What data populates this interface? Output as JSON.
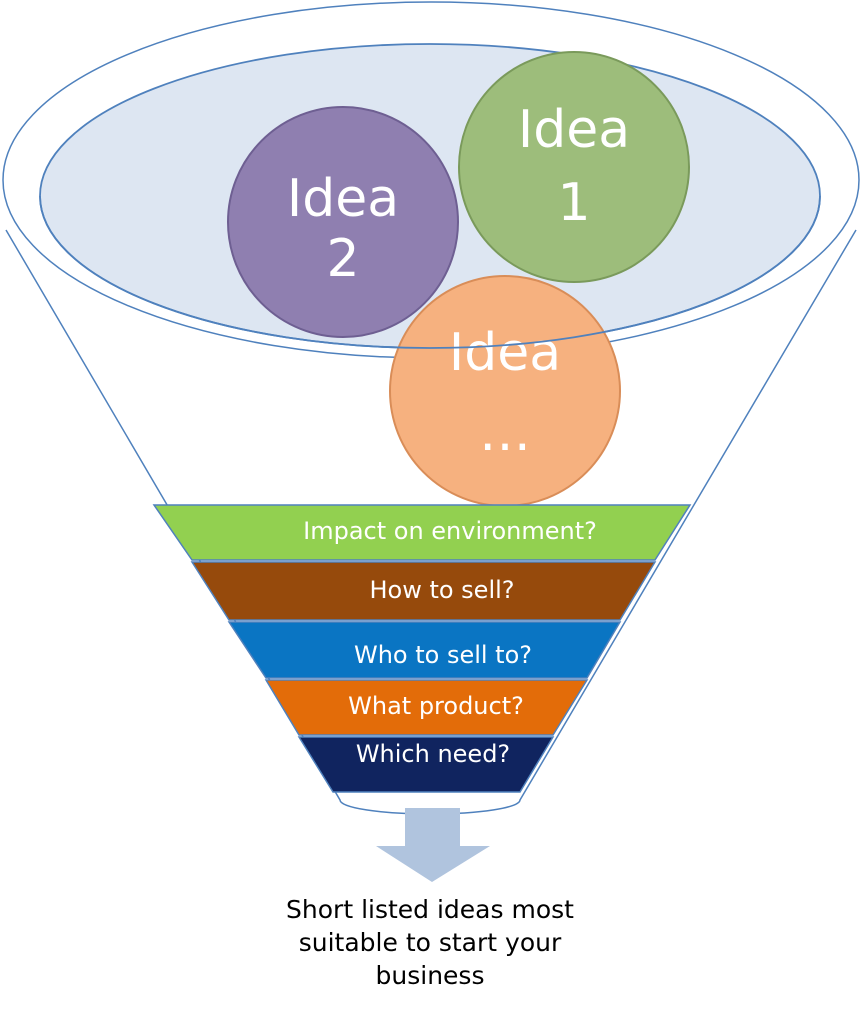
{
  "ideas": [
    {
      "line1": "Idea",
      "line2": "2",
      "color": "#8f7fb0"
    },
    {
      "line1": "Idea",
      "line2": "1",
      "color": "#9dbd7b"
    },
    {
      "line1": "Idea",
      "line2": "…",
      "color": "#f6b17f"
    }
  ],
  "filters": [
    {
      "label": "Impact on environment?",
      "color": "#92d050"
    },
    {
      "label": "How to sell?",
      "color": "#964a0c"
    },
    {
      "label": "Who to sell to?",
      "color": "#0a75c3"
    },
    {
      "label": "What product?",
      "color": "#e36c09"
    },
    {
      "label": "Which need?",
      "color": "#10245f"
    }
  ],
  "result": {
    "lines": [
      "Short listed ideas most",
      "suitable to start your",
      "business"
    ],
    "arrow_color": "#b0c4de"
  },
  "colors": {
    "funnel_outline": "#4f81bd",
    "rim_fill": "#dde6f2"
  }
}
